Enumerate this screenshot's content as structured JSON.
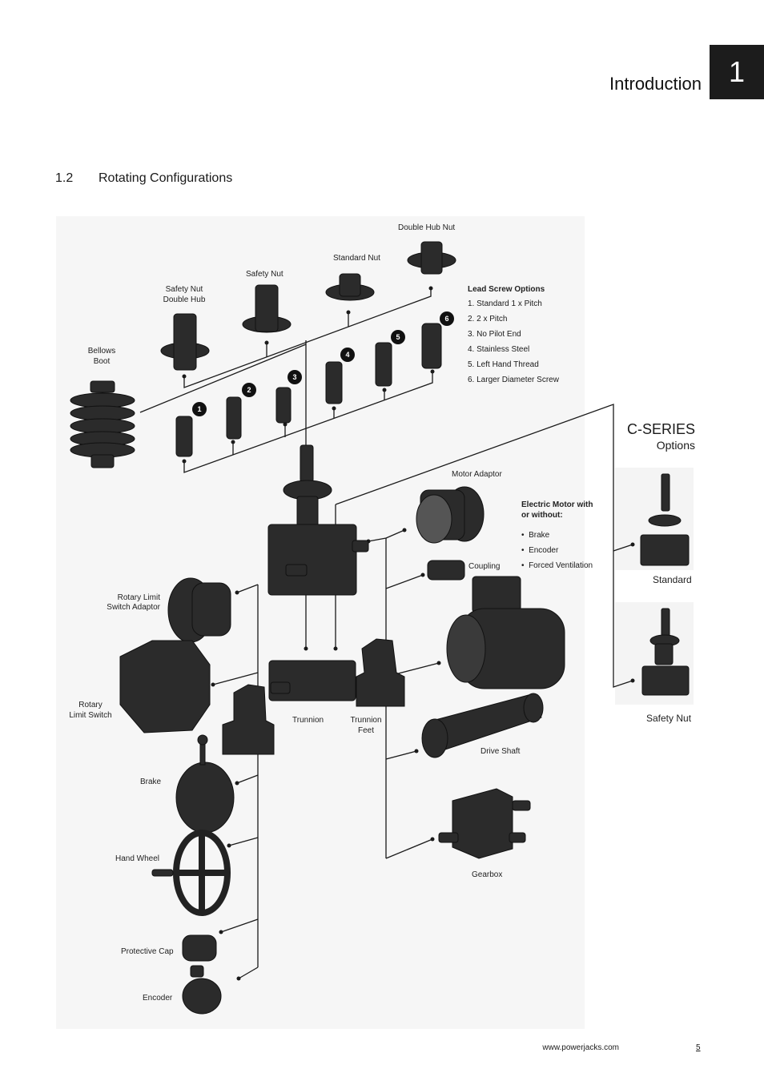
{
  "header": {
    "chapter_title": "Introduction",
    "chapter_number": "1"
  },
  "section": {
    "number": "1.2",
    "title": "Rotating Configurations"
  },
  "labels": {
    "double_hub_nut": "Double Hub Nut",
    "standard_nut": "Standard Nut",
    "safety_nut": "Safety Nut",
    "safety_nut_double_hub_1": "Safety Nut",
    "safety_nut_double_hub_2": "Double Hub",
    "bellows_boot_1": "Bellows",
    "bellows_boot_2": "Boot",
    "motor_adaptor": "Motor Adaptor",
    "coupling": "Coupling",
    "rotary_limit_switch_adaptor_1": "Rotary Limit",
    "rotary_limit_switch_adaptor_2": "Switch Adaptor",
    "rotary_limit_switch_1": "Rotary",
    "rotary_limit_switch_2": "Limit Switch",
    "trunnion": "Trunnion",
    "trunnion_feet_1": "Trunnion",
    "trunnion_feet_2": "Feet",
    "drive_shaft": "Drive Shaft",
    "brake": "Brake",
    "hand_wheel": "Hand Wheel",
    "gearbox": "Gearbox",
    "protective_cap": "Protective Cap",
    "encoder": "Encoder"
  },
  "lead_screw_options": {
    "heading": "Lead Screw Options",
    "items": [
      "1.  Standard 1 x Pitch",
      "2.  2 x Pitch",
      "3.  No Pilot End",
      "4.  Stainless Steel",
      "5.  Left Hand Thread",
      "6.  Larger Diameter Screw"
    ],
    "badges": [
      "1",
      "2",
      "3",
      "4",
      "5",
      "6"
    ]
  },
  "electric_motor": {
    "heading_1": "Electric Motor with",
    "heading_2": "or without:",
    "items": [
      "Brake",
      "Encoder",
      "Forced Ventilation"
    ]
  },
  "cseries": {
    "title": "C-SERIES",
    "subtitle": "Options",
    "standard_label": "Standard",
    "safety_nut_label": "Safety Nut"
  },
  "footer": {
    "url": "www.powerjacks.com",
    "page": "5"
  }
}
